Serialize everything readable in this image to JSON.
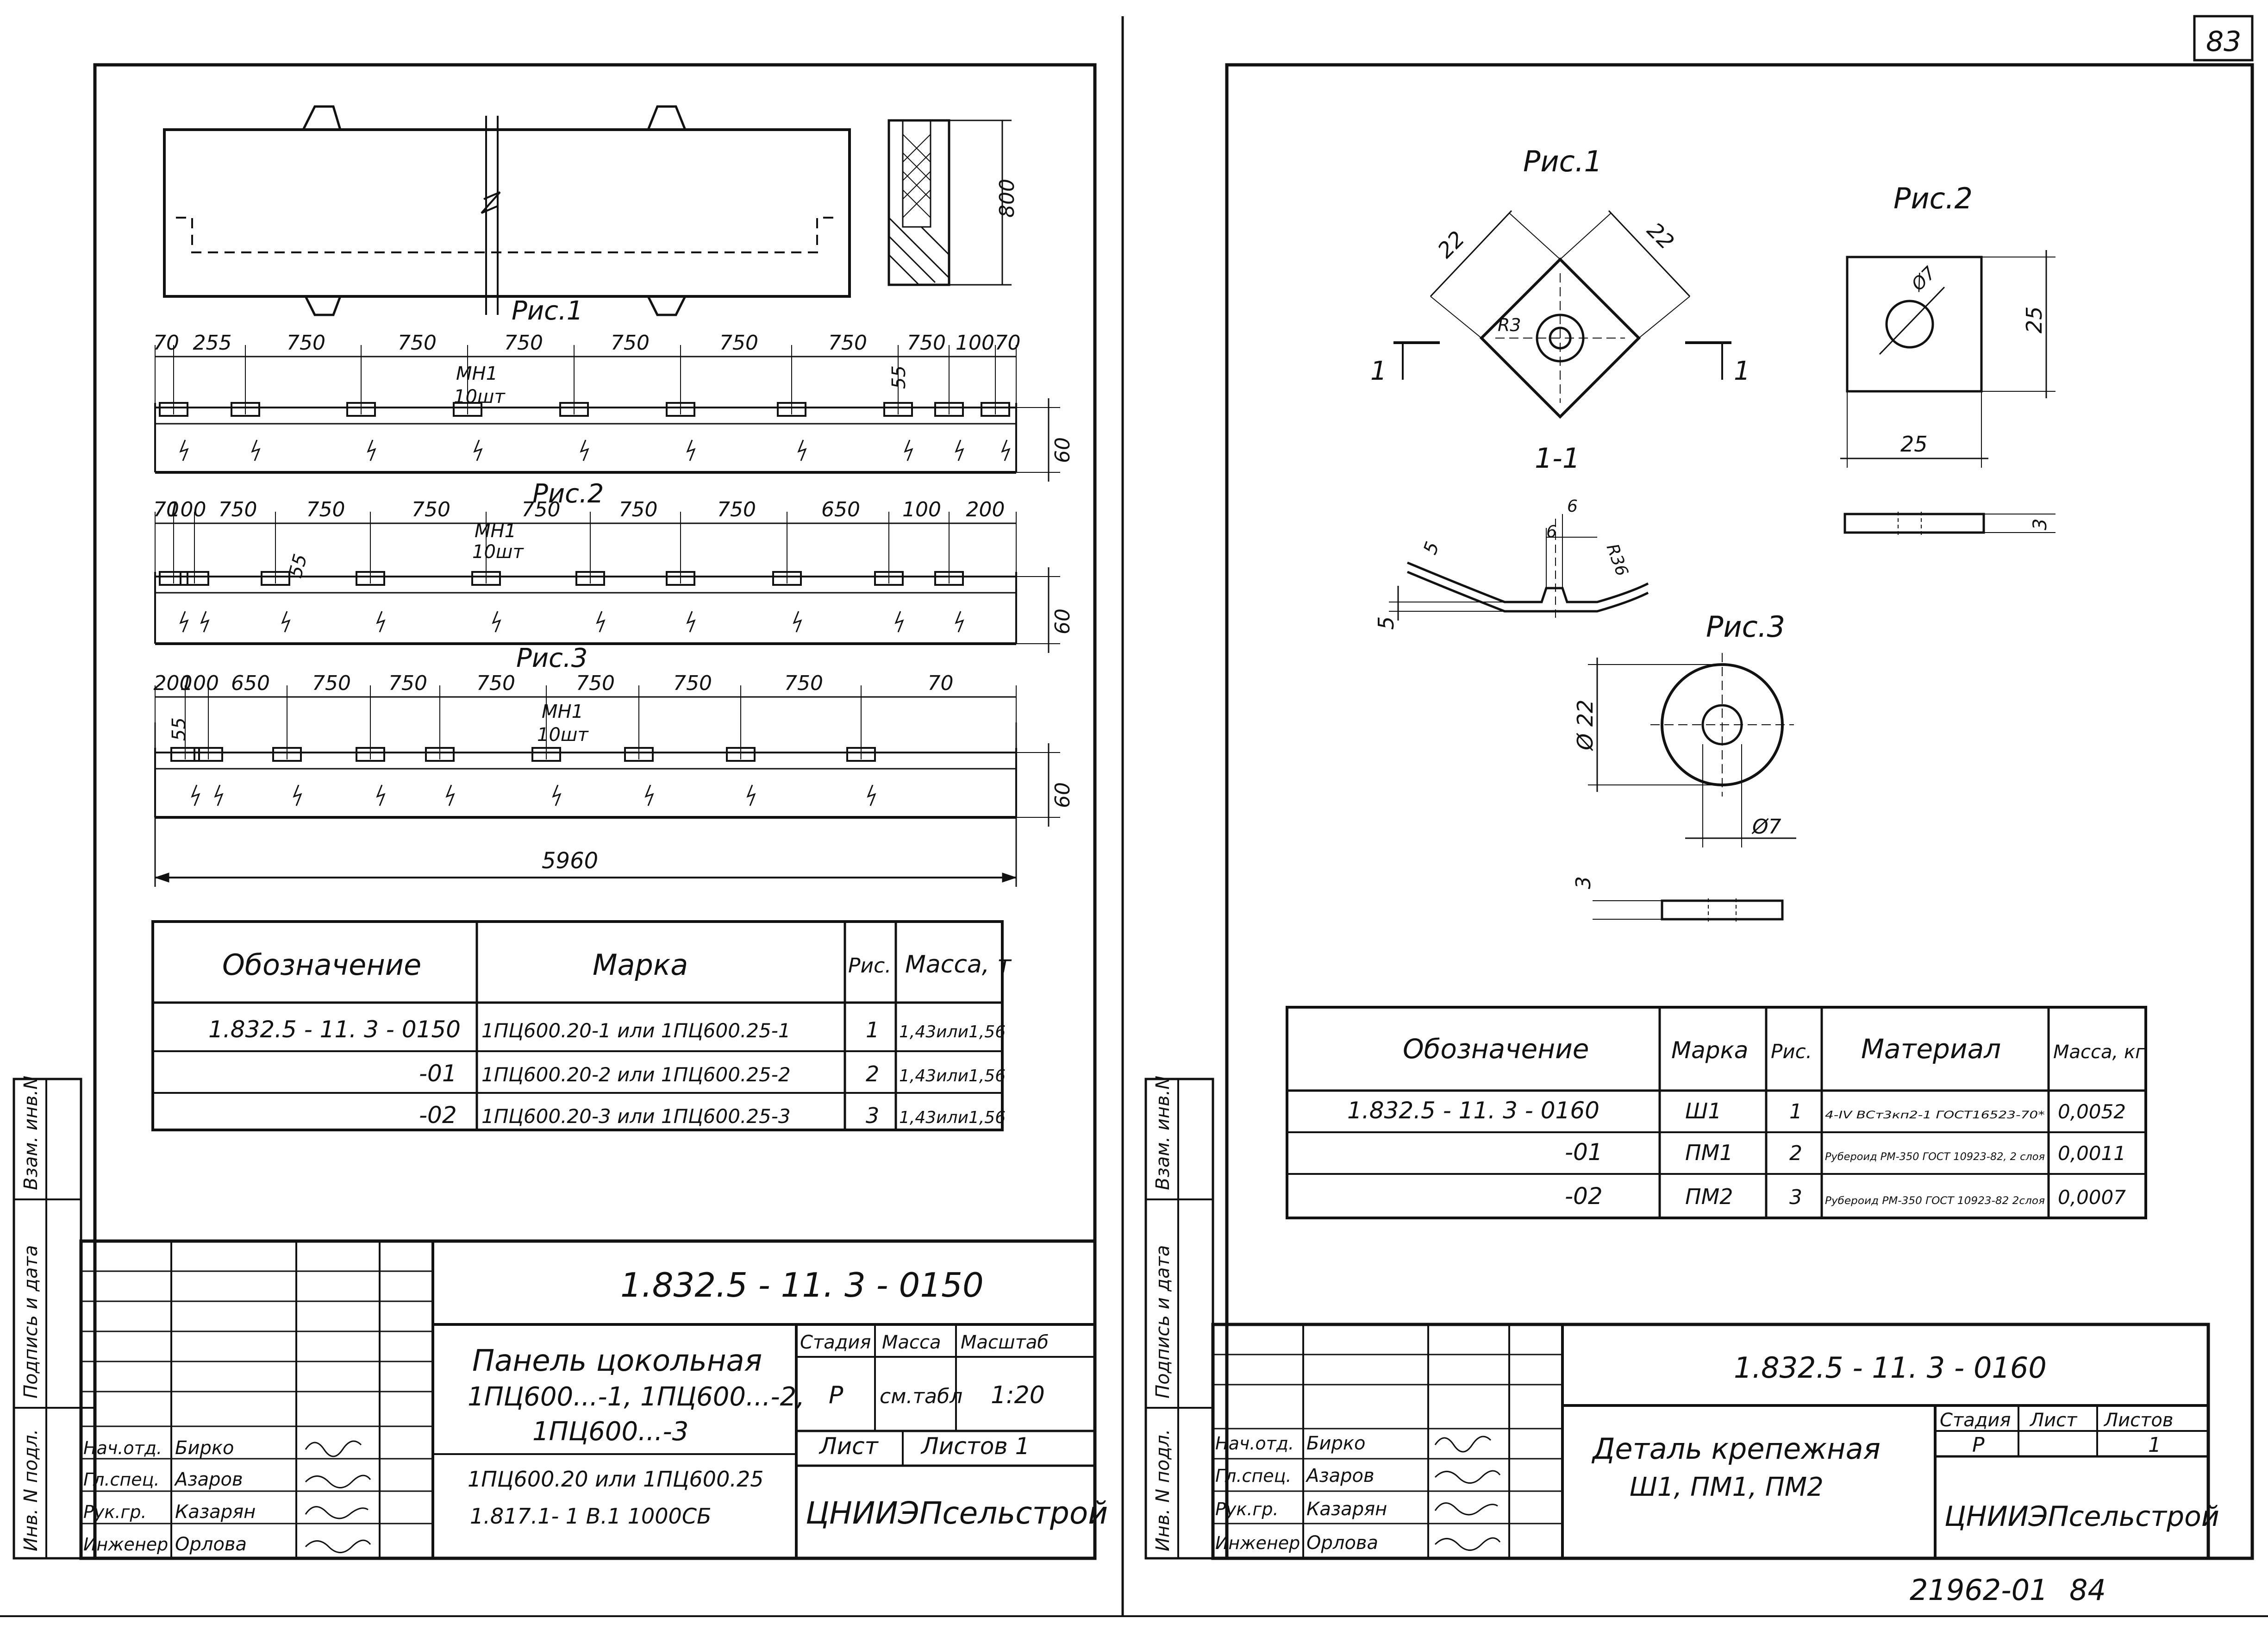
{
  "page_number": "83",
  "footer": {
    "archive": "21962-01",
    "page": "84"
  },
  "left_sheet": {
    "fig1_label": "Рис.1",
    "fig2_label": "Рис.2",
    "fig3_label": "Рис.3",
    "fig1_height_dim": "800",
    "fig2_dims": [
      "70",
      "255",
      "750",
      "750",
      "750",
      "750",
      "750",
      "750",
      "750",
      "100",
      "70"
    ],
    "fig3_dims": [
      "70",
      "100",
      "750",
      "750",
      "750",
      "750",
      "750",
      "750",
      "650",
      "100",
      "200"
    ],
    "fig4_dims": [
      "200",
      "100",
      "650",
      "750",
      "750",
      "750",
      "750",
      "750",
      "750",
      "70"
    ],
    "depth_dim": "60",
    "small_dim": "55",
    "overall_length": "5960",
    "mesh_label": "МН1",
    "mesh_count": "10шт",
    "table": {
      "headers": [
        "Обозначение",
        "Марка",
        "Рис.",
        "Масса, т"
      ],
      "rows": [
        [
          "1.832.5 - 11. 3 - 0150",
          "1ПЦ600.20-1 или 1ПЦ600.25-1",
          "1",
          "1,43или1,56"
        ],
        [
          "-01",
          "1ПЦ600.20-2 или 1ПЦ600.25-2",
          "2",
          "1,43или1,56"
        ],
        [
          "-02",
          "1ПЦ600.20-3 или 1ПЦ600.25-3",
          "3",
          "1,43или1,56"
        ]
      ]
    },
    "stamp": {
      "code": "1.832.5 - 11. 3 - 0150",
      "title_lines": [
        "Панель цокольная",
        "1ПЦ600...-1, 1ПЦ600...-2,",
        "1ПЦ600...-3"
      ],
      "ref_lines": [
        "1ПЦ600.20 или 1ПЦ600.25",
        "1.817.1- 1 В.1 1000СБ"
      ],
      "stage_header": "Стадия",
      "mass_header": "Масса",
      "scale_header": "Масштаб",
      "stage": "Р",
      "mass": "см.табл",
      "scale": "1:20",
      "sheet_label": "Лист",
      "sheets_label": "Листов 1",
      "org": "ЦНИИЭПсельстрой",
      "people": [
        {
          "role": "Нач.отд.",
          "name": "Бирко"
        },
        {
          "role": "Гл.спец.",
          "name": "Азаров"
        },
        {
          "role": "Рук.гр.",
          "name": "Казарян"
        },
        {
          "role": "Инженер",
          "name": "Орлова"
        }
      ]
    },
    "side_labels": [
      "Инв. N подл.",
      "Подпись и дата",
      "Взам. инв.N"
    ]
  },
  "right_sheet": {
    "fig1_label": "Рис.1",
    "fig2_label": "Рис.2",
    "fig3_label": "Рис.3",
    "section_label": "1-1",
    "section_marks": [
      "1",
      "1"
    ],
    "fig1_dims": [
      "22",
      "22"
    ],
    "fig1_radius": "R3",
    "section_dims": [
      "6",
      "6",
      "R36",
      "5",
      "5"
    ],
    "fig2_dims": [
      "25",
      "25",
      "Ø7",
      "3"
    ],
    "fig3_dims": [
      "Ø 22",
      "Ø7",
      "3"
    ],
    "table": {
      "headers": [
        "Обозначение",
        "Марка",
        "Рис.",
        "Материал",
        "Масса, кг"
      ],
      "rows": [
        [
          "1.832.5 - 11. 3 - 0160",
          "Ш1",
          "1",
          "4-IV ВСт3кп2-1 ГОСТ16523-70*",
          "0,0052"
        ],
        [
          "-01",
          "ПМ1",
          "2",
          "Рубероид РМ-350 ГОСТ 10923-82, 2 слоя",
          "0,0011"
        ],
        [
          "-02",
          "ПМ2",
          "3",
          "Рубероид РМ-350 ГОСТ 10923-82 2слоя",
          "0,0007"
        ]
      ]
    },
    "stamp": {
      "code": "1.832.5 - 11. 3 - 0160",
      "title_lines": [
        "Деталь крепежная",
        "Ш1, ПМ1, ПМ2"
      ],
      "stage_header": "Стадия",
      "sheet_header": "Лист",
      "sheets_header": "Листов",
      "stage": "Р",
      "sheets": "1",
      "org": "ЦНИИЭПсельстрой",
      "people": [
        {
          "role": "Нач.отд.",
          "name": "Бирко"
        },
        {
          "role": "Гл.спец.",
          "name": "Азаров"
        },
        {
          "role": "Рук.гр.",
          "name": "Казарян"
        },
        {
          "role": "Инженер",
          "name": "Орлова"
        }
      ]
    },
    "side_labels": [
      "Инв. N подл.",
      "Подпись и дата",
      "Взам. инв.N"
    ]
  }
}
